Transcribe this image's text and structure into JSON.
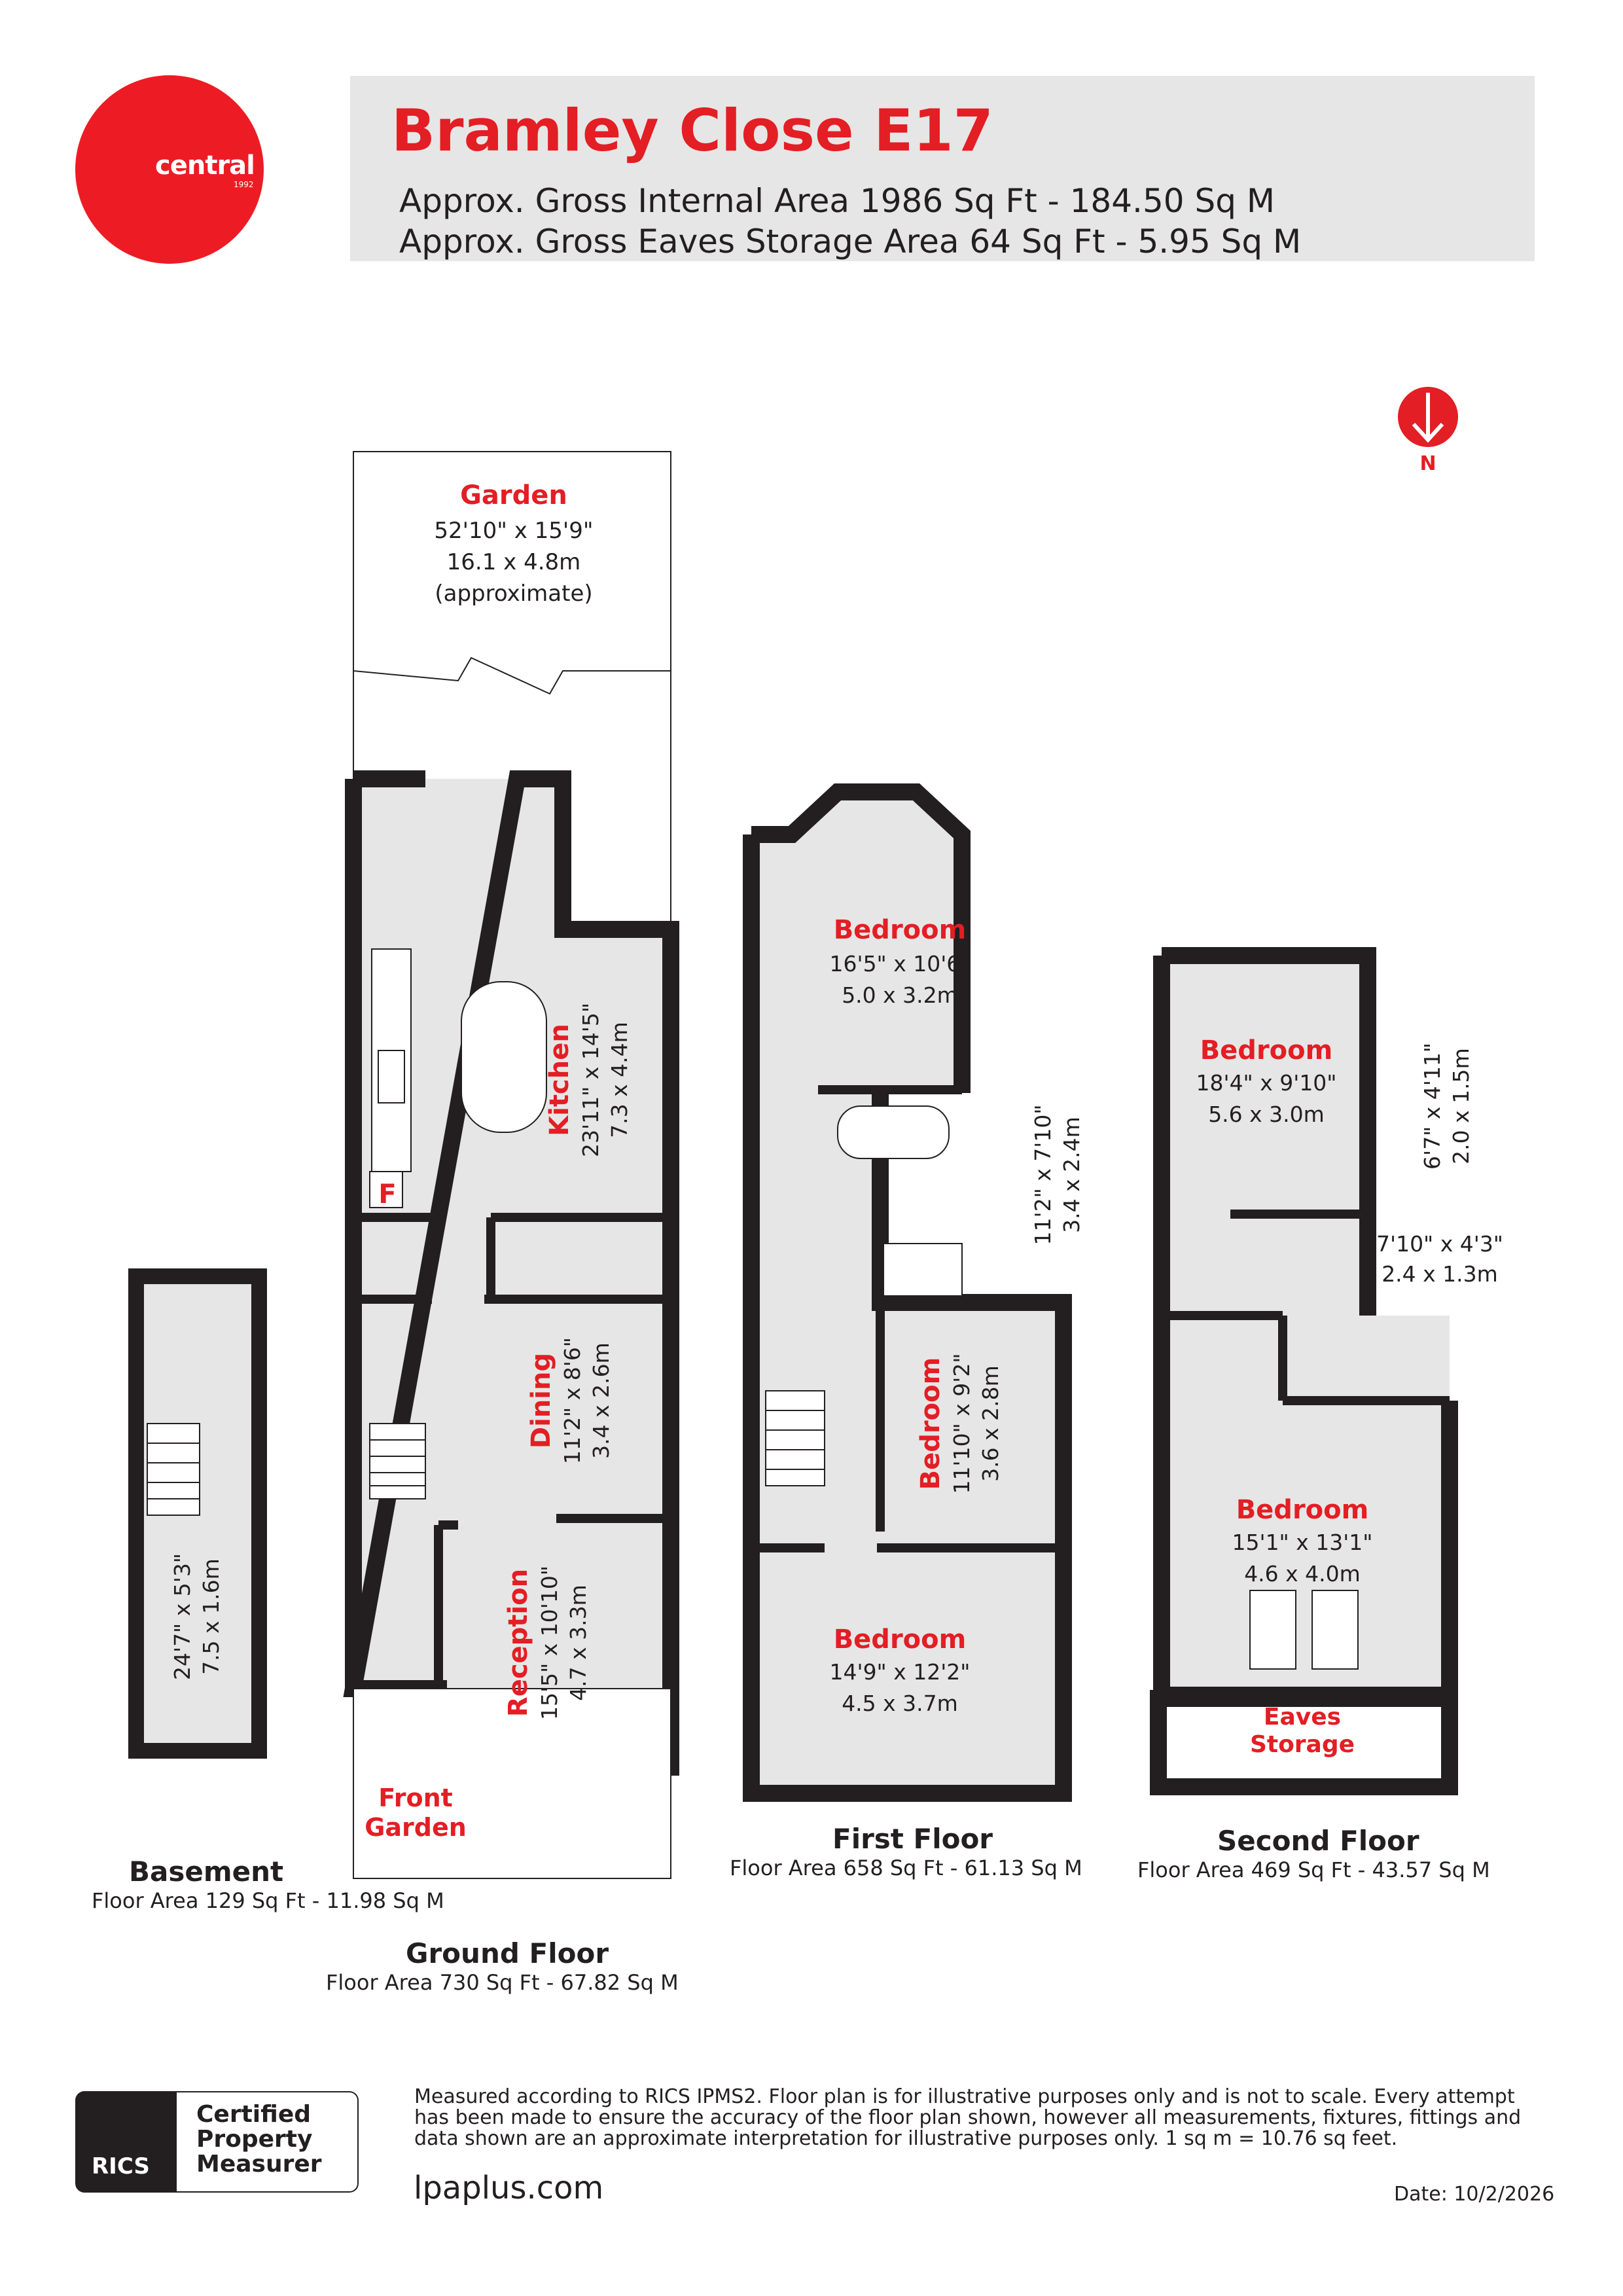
{
  "header": {
    "title": "Bramley Close E17",
    "gross_internal_area": "Approx. Gross Internal Area 1986 Sq Ft - 184.50 Sq M",
    "eaves_storage_area": "Approx. Gross Eaves Storage Area 64 Sq Ft - 5.95 Sq M"
  },
  "logo": {
    "name": "central",
    "year": "1992",
    "color": "#ed1c24"
  },
  "compass": {
    "label": "N",
    "icon": "north-arrow-icon"
  },
  "colors": {
    "accent": "#e31e24",
    "wall": "#231f20",
    "floor": "#e6e6e6"
  },
  "rooms": {
    "garden": {
      "name": "Garden",
      "imperial": "52'10\" x 15'9\"",
      "metric": "16.1 x 4.8m",
      "note": "(approximate)"
    },
    "kitchen": {
      "name": "Kitchen",
      "imperial": "23'11\" x 14'5\"",
      "metric": "7.3 x 4.4m"
    },
    "fridge": {
      "label": "F"
    },
    "dining": {
      "name": "Dining",
      "imperial": "11'2\" x 8'6\"",
      "metric": "3.4 x 2.6m"
    },
    "reception": {
      "name": "Reception",
      "imperial": "15'5\" x 10'10\"",
      "metric": "4.7 x 3.3m"
    },
    "front_garden": {
      "line1": "Front",
      "line2": "Garden"
    },
    "basement": {
      "imperial": "24'7\" x 5'3\"",
      "metric": "7.5 x 1.6m"
    },
    "first_bed_top": {
      "name": "Bedroom",
      "imperial": "16'5\" x 10'6\"",
      "metric": "5.0 x 3.2m"
    },
    "first_bath": {
      "imperial": "11'2\" x 7'10\"",
      "metric": "3.4 x 2.4m"
    },
    "first_bed_mid": {
      "name": "Bedroom",
      "imperial": "11'10\" x 9'2\"",
      "metric": "3.6 x 2.8m"
    },
    "first_bed_bottom": {
      "name": "Bedroom",
      "imperial": "14'9\" x 12'2\"",
      "metric": "4.5 x 3.7m"
    },
    "second_bed_top": {
      "name": "Bedroom",
      "imperial": "18'4\" x 9'10\"",
      "metric": "5.6 x 3.0m"
    },
    "second_ensuite": {
      "imperial": "6'7\" x 4'11\"",
      "metric": "2.0 x 1.5m"
    },
    "second_shower": {
      "imperial": "7'10\" x 4'3\"",
      "metric": "2.4 x 1.3m"
    },
    "second_bed_bottom": {
      "name": "Bedroom",
      "imperial": "15'1\" x 13'1\"",
      "metric": "4.6 x 4.0m"
    },
    "eaves": {
      "line1": "Eaves",
      "line2": "Storage"
    }
  },
  "floors": {
    "basement": {
      "name": "Basement",
      "area": "Floor Area 129 Sq Ft - 11.98 Sq M"
    },
    "ground": {
      "name": "Ground Floor",
      "area": "Floor Area 730 Sq Ft - 67.82 Sq M"
    },
    "first": {
      "name": "First Floor",
      "area": "Floor Area 658 Sq Ft - 61.13 Sq M"
    },
    "second": {
      "name": "Second Floor",
      "area": "Floor Area 469 Sq Ft - 43.57 Sq M"
    }
  },
  "footer": {
    "rics": "RICS",
    "certified_line1": "Certified",
    "certified_line2": "Property",
    "certified_line3": "Measurer",
    "disclaimer": "Measured according to RICS IPMS2. Floor plan is for illustrative purposes only and is not to scale. Every attempt has been made to ensure the accuracy of the floor plan shown, however all measurements, fixtures, fittings and data shown are an approximate interpretation for illustrative purposes only. 1 sq m = 10.76 sq feet.",
    "website": "lpaplus.com",
    "date": "Date: 10/2/2026"
  }
}
